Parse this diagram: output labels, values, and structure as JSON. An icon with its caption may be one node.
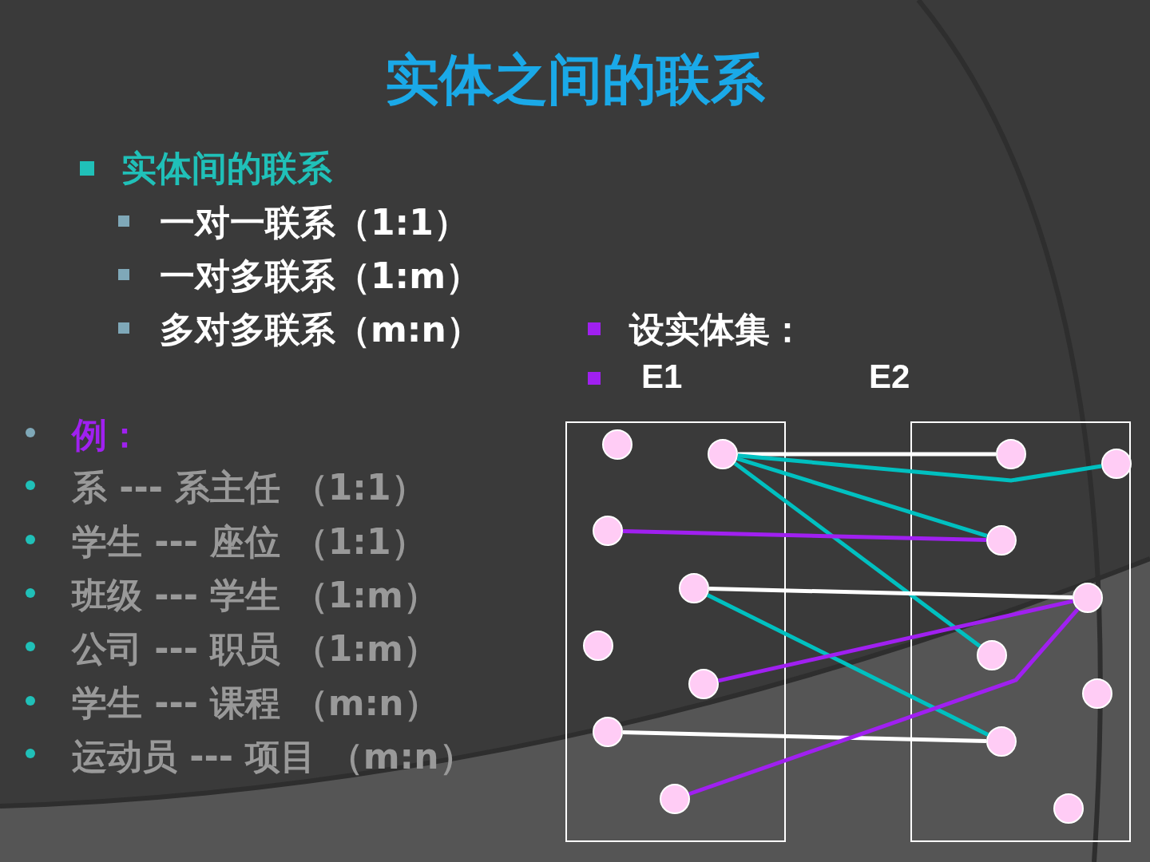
{
  "diagram": {
    "title": "实体之间的联系",
    "nodes": [
      {
        "text": [
          "E1"
        ]
      },
      {
        "text": [
          "E2"
        ]
      },
      {
        "text": [],
        "shape": "circle",
        "in": 0
      },
      {
        "text": [],
        "shape": "circle",
        "in": 0
      },
      {
        "text": [],
        "shape": "circle",
        "in": 0
      },
      {
        "text": [],
        "shape": "circle",
        "in": 0
      },
      {
        "text": [],
        "shape": "circle",
        "in": 0
      },
      {
        "text": [],
        "shape": "circle",
        "in": 0
      },
      {
        "text": [],
        "shape": "circle",
        "in": 0
      },
      {
        "text": [],
        "shape": "circle",
        "in": 0
      },
      {
        "text": [],
        "shape": "circle",
        "in": 1
      },
      {
        "text": [],
        "shape": "circle",
        "in": 1
      },
      {
        "text": [],
        "shape": "circle",
        "in": 1
      },
      {
        "text": [],
        "shape": "circle",
        "in": 1
      },
      {
        "text": [],
        "shape": "circle",
        "in": 1
      },
      {
        "text": [],
        "shape": "circle",
        "in": 1
      },
      {
        "text": [],
        "shape": "circle",
        "in": 1
      },
      {
        "text": [],
        "shape": "circle",
        "in": 1
      }
    ],
    "edges": [
      {
        "from": 3,
        "to": 10,
        "arrow": "none",
        "color": "#ffffff"
      },
      {
        "from": 3,
        "to": 11,
        "arrow": "none",
        "color": "#00c0c0"
      },
      {
        "from": 3,
        "to": 12,
        "arrow": "none",
        "color": "#00c0c0"
      },
      {
        "from": 3,
        "to": 14,
        "arrow": "none",
        "color": "#00c0c0"
      },
      {
        "from": 4,
        "to": 12,
        "arrow": "none",
        "color": "#a020f0"
      },
      {
        "from": 5,
        "to": 13,
        "arrow": "none",
        "color": "#ffffff"
      },
      {
        "from": 5,
        "to": 16,
        "arrow": "none",
        "color": "#00c0c0"
      },
      {
        "from": 7,
        "to": 13,
        "arrow": "none",
        "color": "#a020f0"
      },
      {
        "from": 8,
        "to": 16,
        "arrow": "none",
        "color": "#ffffff"
      },
      {
        "from": 9,
        "to": 13,
        "arrow": "none",
        "color": "#a020f0"
      }
    ],
    "labels": [
      "实体间的联系",
      "一对一联系（1:1）",
      "一对多联系（1:m）",
      "多对多联系（m:n）",
      "设实体集：",
      "例：",
      "系 --- 系主任 （1:1）",
      "学生 --- 座位 （1:1）",
      "班级 --- 学生 （1:m）",
      "公司 --- 职员 （1:m）",
      "学生 --- 课程 （m:n）",
      "运动员 --- 项目 （m:n）"
    ]
  }
}
